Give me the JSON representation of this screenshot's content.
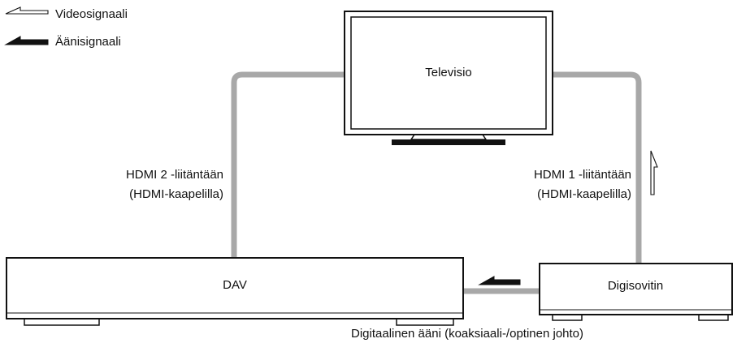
{
  "legend": {
    "video_label": "Videosignaali",
    "audio_label": "Äänisignaali"
  },
  "devices": {
    "tv_label": "Televisio",
    "dav_label": "DAV",
    "settop_label": "Digisovitin"
  },
  "connections": {
    "hdmi2_line1": "HDMI 2 -liitäntään",
    "hdmi2_line2": "(HDMI-kaapelilla)",
    "hdmi1_line1": "HDMI 1 -liitäntään",
    "hdmi1_line2": "(HDMI-kaapelilla)",
    "digital_audio_label": "Digitaalinen ääni (koaksiaali-/optinen johto)"
  },
  "colors": {
    "cable": "#a8a8a8",
    "outline": "#111111",
    "fill": "#ffffff"
  }
}
